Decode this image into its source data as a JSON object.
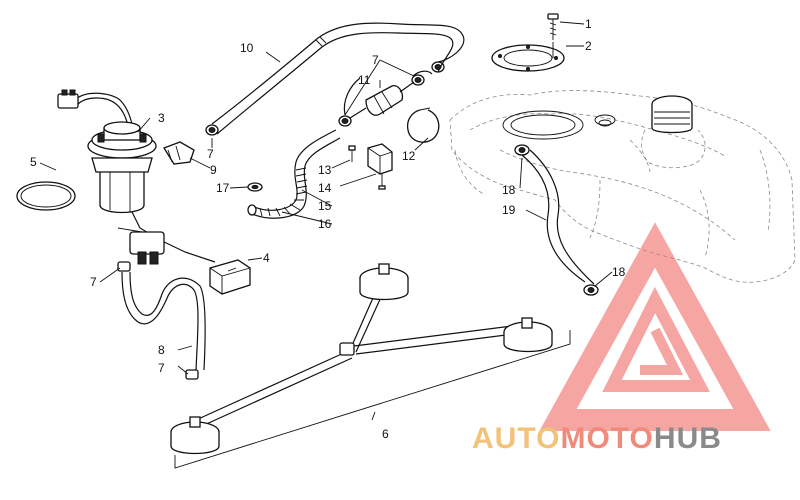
{
  "callouts": [
    {
      "id": "1",
      "text": "1"
    },
    {
      "id": "2",
      "text": "2"
    },
    {
      "id": "3",
      "text": "3"
    },
    {
      "id": "4",
      "text": "4"
    },
    {
      "id": "5",
      "text": "5"
    },
    {
      "id": "6",
      "text": "6"
    },
    {
      "id": "7a",
      "text": "7"
    },
    {
      "id": "7b",
      "text": "7"
    },
    {
      "id": "7c",
      "text": "7"
    },
    {
      "id": "7d",
      "text": "7"
    },
    {
      "id": "8",
      "text": "8"
    },
    {
      "id": "9",
      "text": "9"
    },
    {
      "id": "10",
      "text": "10"
    },
    {
      "id": "11",
      "text": "11"
    },
    {
      "id": "12",
      "text": "12"
    },
    {
      "id": "13",
      "text": "13"
    },
    {
      "id": "14",
      "text": "14"
    },
    {
      "id": "15",
      "text": "15"
    },
    {
      "id": "16",
      "text": "16"
    },
    {
      "id": "17",
      "text": "17"
    },
    {
      "id": "18a",
      "text": "18"
    },
    {
      "id": "18b",
      "text": "18"
    },
    {
      "id": "19",
      "text": "19"
    }
  ],
  "watermark": {
    "part1": "AUTO",
    "part2": "MOTO",
    "part3": "HUB",
    "color_auto": "#f2c27a",
    "color_moto": "#f08a7a",
    "color_hub": "#8a8a8a",
    "logo_color": "#f06a66"
  }
}
